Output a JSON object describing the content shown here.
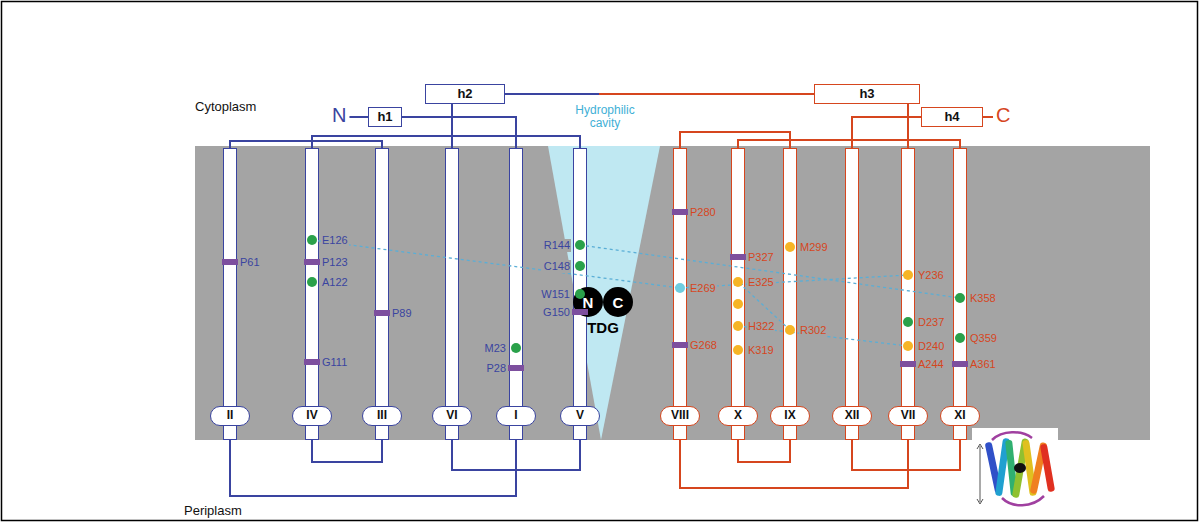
{
  "diagram": {
    "nodes": [
      {
        "text": [
          "h1"
        ]
      },
      {
        "text": [
          "h2"
        ]
      },
      {
        "text": [
          "h3"
        ]
      },
      {
        "text": [
          "h4"
        ]
      },
      {
        "text": [
          "II"
        ]
      },
      {
        "text": [
          "IV"
        ]
      },
      {
        "text": [
          "III"
        ]
      },
      {
        "text": [
          "VI"
        ]
      },
      {
        "text": [
          "I"
        ]
      },
      {
        "text": [
          "V"
        ]
      },
      {
        "text": [
          "VIII"
        ]
      },
      {
        "text": [
          "X"
        ]
      },
      {
        "text": [
          "IX"
        ]
      },
      {
        "text": [
          "XII"
        ]
      },
      {
        "text": [
          "VII"
        ]
      },
      {
        "text": [
          "XI"
        ]
      },
      {
        "text": [
          "N"
        ]
      },
      {
        "text": [
          "C"
        ]
      }
    ],
    "edges": [
      {
        "from": 0,
        "to": 8,
        "arrow": "none"
      },
      {
        "from": 8,
        "to": 4,
        "arrow": "none"
      },
      {
        "from": 4,
        "to": 6,
        "arrow": "none"
      },
      {
        "from": 6,
        "to": 5,
        "arrow": "none"
      },
      {
        "from": 5,
        "to": 9,
        "arrow": "none"
      },
      {
        "from": 9,
        "to": 7,
        "arrow": "none"
      },
      {
        "from": 7,
        "to": 1,
        "arrow": "none"
      },
      {
        "from": 1,
        "to": 2,
        "arrow": "none"
      },
      {
        "from": 2,
        "to": 14,
        "arrow": "none"
      },
      {
        "from": 14,
        "to": 10,
        "arrow": "none"
      },
      {
        "from": 10,
        "to": 12,
        "arrow": "none"
      },
      {
        "from": 12,
        "to": 11,
        "arrow": "none"
      },
      {
        "from": 11,
        "to": 15,
        "arrow": "none"
      },
      {
        "from": 15,
        "to": 13,
        "arrow": "none"
      },
      {
        "from": 13,
        "to": 3,
        "arrow": "none"
      }
    ],
    "labels": [
      "Cytoplasm",
      "Periplasm",
      "N",
      "C",
      "Hydrophilic cavity",
      "TDG",
      "P61",
      "E126",
      "P123",
      "A122",
      "P89",
      "G111",
      "M23",
      "P28",
      "R144",
      "C148",
      "W151",
      "G150",
      "P280",
      "E269",
      "G268",
      "P327",
      "E325",
      "M299",
      "H322",
      "R302",
      "K319",
      "Y236",
      "D237",
      "D240",
      "A244",
      "K358",
      "Q359",
      "A361"
    ]
  }
}
